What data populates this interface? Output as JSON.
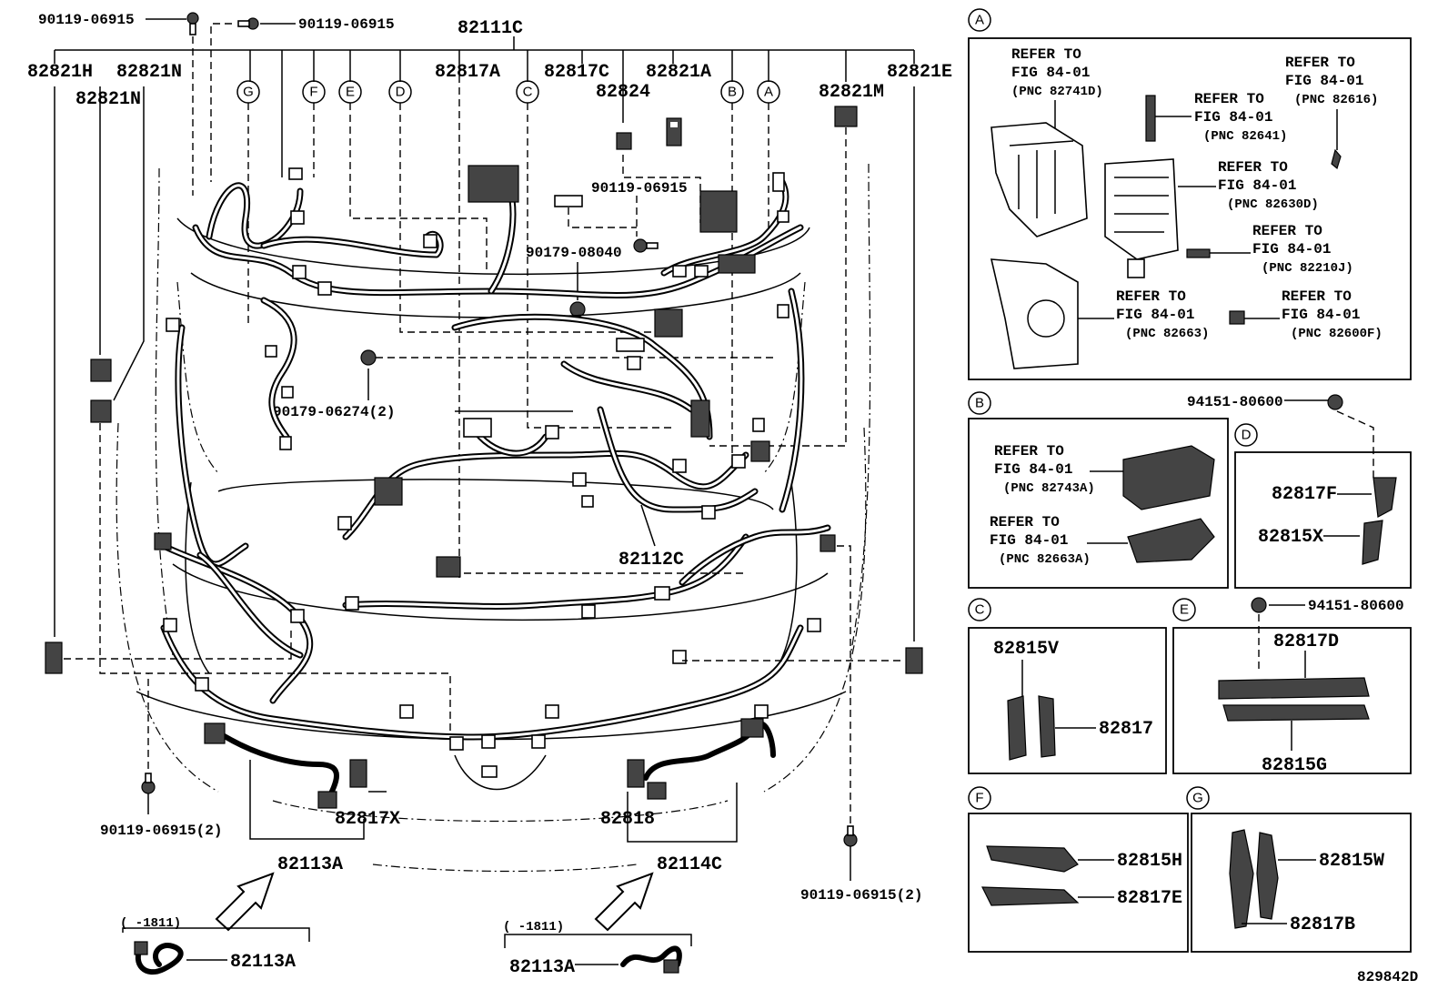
{
  "drawing_number": "829842D",
  "main_labels": {
    "p82111C": "82111C",
    "p82821H": "82821H",
    "p82821N_a": "82821N",
    "p82821N_b": "82821N",
    "p82817A": "82817A",
    "p82817C": "82817C",
    "p82821A": "82821A",
    "p82821E": "82821E",
    "p82824": "82824",
    "p82821M": "82821M",
    "p82112C": "82112C",
    "p82817X": "82817X",
    "p82818": "82818",
    "p82113A": "82113A",
    "p82114C": "82114C",
    "p82113A_left": "82113A",
    "p82113A_right": "82113A",
    "bolt_tl1": "90119-06915",
    "bolt_tl2": "90119-06915",
    "bolt_mid": "90119-06915",
    "clip_90179_08040": "90179-08040",
    "clip_90179_06274": "90179-06274(2)",
    "bolt_bl": "90119-06915(2)",
    "bolt_br": "90119-06915(2)",
    "range_left": "(    -1811)",
    "range_right": "(    -1811)"
  },
  "callouts": {
    "G": "G",
    "F": "F",
    "E": "E",
    "D": "D",
    "C": "C",
    "B": "B",
    "A": "A"
  },
  "panel_A": {
    "circle": "A",
    "refs": [
      {
        "l1": "REFER TO",
        "l2": "FIG 84-01",
        "l3": "(PNC 82741D)"
      },
      {
        "l1": "REFER TO",
        "l2": "FIG 84-01",
        "l3": "(PNC 82616)"
      },
      {
        "l1": "REFER TO",
        "l2": "FIG 84-01",
        "l3": "(PNC 82641)"
      },
      {
        "l1": "REFER TO",
        "l2": "FIG 84-01",
        "l3": "(PNC 82630D)"
      },
      {
        "l1": "REFER TO",
        "l2": "FIG 84-01",
        "l3": "(PNC 82210J)"
      },
      {
        "l1": "REFER TO",
        "l2": "FIG 84-01",
        "l3": "(PNC 82663)"
      },
      {
        "l1": "REFER TO",
        "l2": "FIG 84-01",
        "l3": "(PNC 82600F)"
      }
    ]
  },
  "panel_B": {
    "circle": "B",
    "clip": "94151-80600",
    "refs": [
      {
        "l1": "REFER TO",
        "l2": "FIG 84-01",
        "l3": "(PNC 82743A)"
      },
      {
        "l1": "REFER TO",
        "l2": "FIG 84-01",
        "l3": "(PNC 82663A)"
      }
    ]
  },
  "panel_C": {
    "circle": "C",
    "p1": "82815V",
    "p2": "82817"
  },
  "panel_D": {
    "circle": "D",
    "p1": "82817F",
    "p2": "82815X"
  },
  "panel_E": {
    "circle": "E",
    "clip": "94151-80600",
    "p1": "82817D",
    "p2": "82815G"
  },
  "panel_F": {
    "circle": "F",
    "p1": "82815H",
    "p2": "82817E"
  },
  "panel_G": {
    "circle": "G",
    "p1": "82815W",
    "p2": "82817B"
  }
}
